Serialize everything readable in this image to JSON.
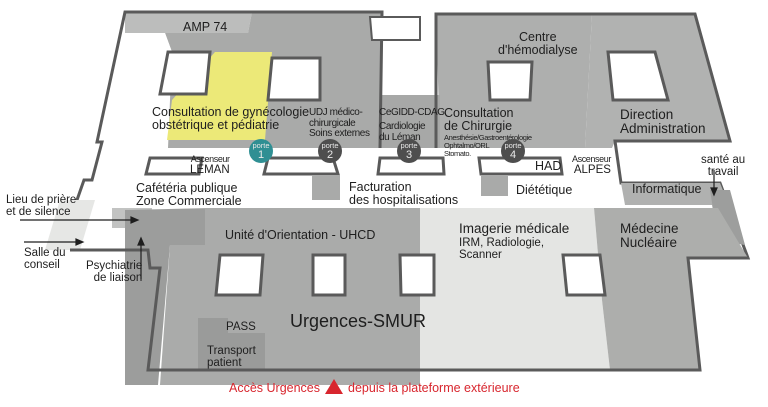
{
  "map": {
    "colors": {
      "outline": "#5a5a5a",
      "zone_dark": "#a8a9a9",
      "zone_mid": "#b9bab9",
      "zone_light": "#e4e5e3",
      "highlight": "#ece978",
      "porte_active": "#2f8f93",
      "porte": "#4e4e4e",
      "access_red": "#d8262e"
    },
    "zones": {
      "amp": "AMP 74",
      "gyneco": [
        "Consultation de gynécologie",
        "obstétrique et pédiatrie"
      ],
      "udj": [
        "UDJ médico-",
        "chirurgicale",
        "Soins externes"
      ],
      "cegidd": "CeGIDD-CDAG",
      "cardio": [
        "Cardiologie",
        "du Léman"
      ],
      "consult_chir": [
        "Consultation",
        "de Chirurgie"
      ],
      "consult_chir_sub": [
        "Anesthésie/Gastroentérologie",
        "Ophtalmo/ORL",
        "Stomato."
      ],
      "hemodialyse": [
        "Centre",
        "d'hémodialyse"
      ],
      "direction": [
        "Direction",
        "Administration"
      ],
      "ascenseur_leman": [
        "Ascenseur",
        "LEMAN"
      ],
      "ascenseur_alpes": [
        "Ascenseur",
        "ALPES"
      ],
      "had": "HAD",
      "sante_travail": [
        "santé au",
        "travail"
      ],
      "informatique": "Informatique",
      "cafeteria": [
        "Cafétéria publique",
        "Zone Commerciale"
      ],
      "facturation": [
        "Facturation",
        "des hospitalisations"
      ],
      "dietetique": "Diététique",
      "lieu_priere": [
        "Lieu de prière",
        "et de silence"
      ],
      "salle_conseil": [
        "Salle du",
        "conseil"
      ],
      "psychiatrie": [
        "Psychiatrie",
        "de liaison"
      ],
      "uhcd": "Unité d'Orientation - UHCD",
      "imagerie": "Imagerie médicale",
      "imagerie_sub": [
        "IRM, Radiologie,",
        "Scanner"
      ],
      "medecine_nucleaire": [
        "Médecine",
        "Nucléaire"
      ],
      "urgences": "Urgences-SMUR",
      "pass": "PASS",
      "transport": [
        "Transport",
        "patient"
      ]
    },
    "portes": [
      {
        "word": "porte",
        "num": "1",
        "active": true
      },
      {
        "word": "porte",
        "num": "2",
        "active": false
      },
      {
        "word": "porte",
        "num": "3",
        "active": false
      },
      {
        "word": "porte",
        "num": "4",
        "active": false
      }
    ],
    "access": {
      "left": "Accès Urgences",
      "right": "depuis la plateforme extérieure",
      "icon": "triangle-up-icon"
    }
  }
}
